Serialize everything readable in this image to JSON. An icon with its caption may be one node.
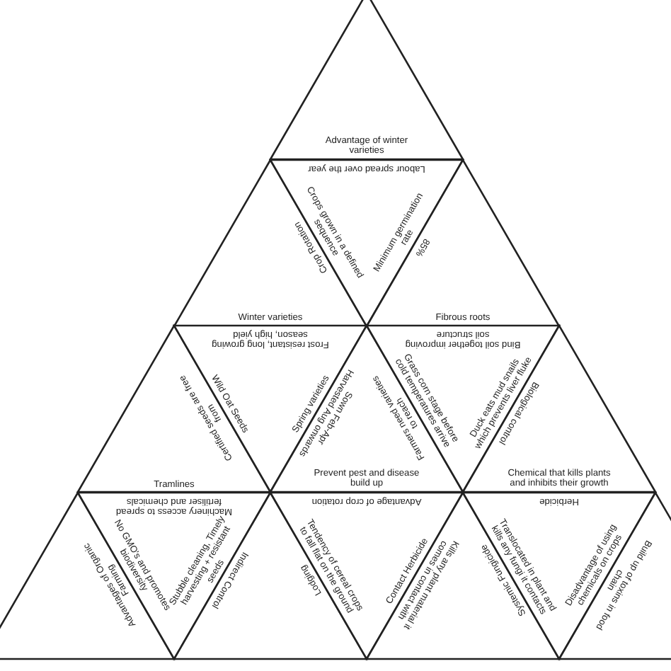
{
  "diagram": {
    "nodes": [
      {
        "text": [
          "Advantage of winter varieties"
        ]
      },
      {
        "text": [
          "Crop Rotation",
          "Winter varieties"
        ]
      },
      {
        "text": [
          "Labour spread over the year",
          "Crops grown in a defined sequence",
          "Minimum germination rate"
        ]
      },
      {
        "text": [
          "85%",
          "Fibrous roots"
        ]
      },
      {
        "text": [
          "Certified seeds are free from",
          "Tramlines"
        ]
      },
      {
        "text": [
          "Frost resistant, long growing season, high yield",
          "Wild Oat Seeds",
          "Spring varieties"
        ]
      },
      {
        "text": [
          "Sown Feb-Apr Harvested Aug onwards",
          "Farmers need varieties to reach",
          "Prevent pest and disease build up"
        ]
      },
      {
        "text": [
          "Bind soil together improving soil structure",
          "Grass corn stage before cold temperatures arrive",
          "Duck eats mud snails which prevents liver fluke"
        ]
      },
      {
        "text": [
          "Biological control",
          "Chemical that kills plants and inhibits their growth"
        ]
      },
      {
        "text": [
          "Advantages of Organic Farming"
        ]
      },
      {
        "text": [
          "Machinery access to spread fertiliser and chemicals",
          "No GMO's and promotes biodiversity",
          "Stubble cleaning, Timely harvesting + resistant seeds"
        ]
      },
      {
        "text": [
          "Indirect Control",
          "Lodging"
        ]
      },
      {
        "text": [
          "Advantage of crop rotation",
          "Tendency of cereal crops to fall flat on the ground",
          "Contact Herbicide"
        ]
      },
      {
        "text": [
          "Kills any plant material it comes in contact with",
          "Systemic Fungicide"
        ]
      },
      {
        "text": [
          "Herbicide",
          "Translocated in plant and kills any fungi it contacts",
          "Disadvantage of using chemicals on crops"
        ]
      },
      {
        "text": [
          "Build up of toxins in food chain"
        ]
      }
    ]
  }
}
